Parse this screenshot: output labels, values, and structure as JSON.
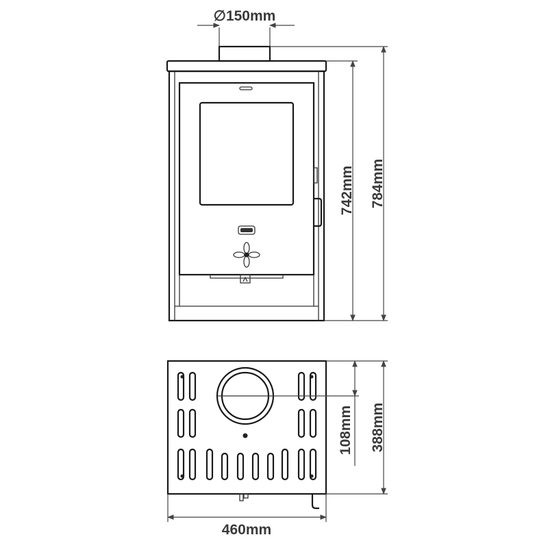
{
  "dimensions": {
    "flue_diameter": "∅150mm",
    "height_to_top": "742mm",
    "total_height": "784mm",
    "flue_offset": "108mm",
    "depth": "388mm",
    "width": "460mm"
  },
  "colors": {
    "line": "#1a1a1a",
    "dimension_text": "#3a3a3a",
    "background": "#ffffff"
  }
}
